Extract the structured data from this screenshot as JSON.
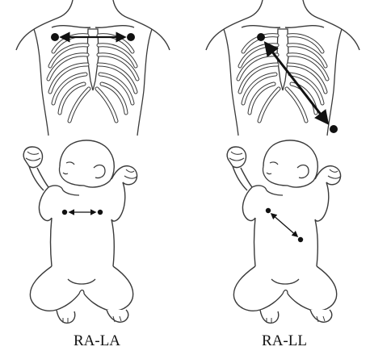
{
  "captions": {
    "left": "RA-LA",
    "right": "RA-LL"
  },
  "colors": {
    "line": "#3a3a3a",
    "electrode": "#111111",
    "fill": "#ffffff"
  },
  "panels": [
    {
      "name": "adult-chest-ra-la",
      "from": "RA",
      "to": "LA"
    },
    {
      "name": "adult-chest-ra-ll",
      "from": "RA",
      "to": "LL"
    },
    {
      "name": "infant-body-ra-la",
      "from": "RA",
      "to": "LA"
    },
    {
      "name": "infant-body-ra-ll",
      "from": "RA",
      "to": "LL"
    }
  ]
}
